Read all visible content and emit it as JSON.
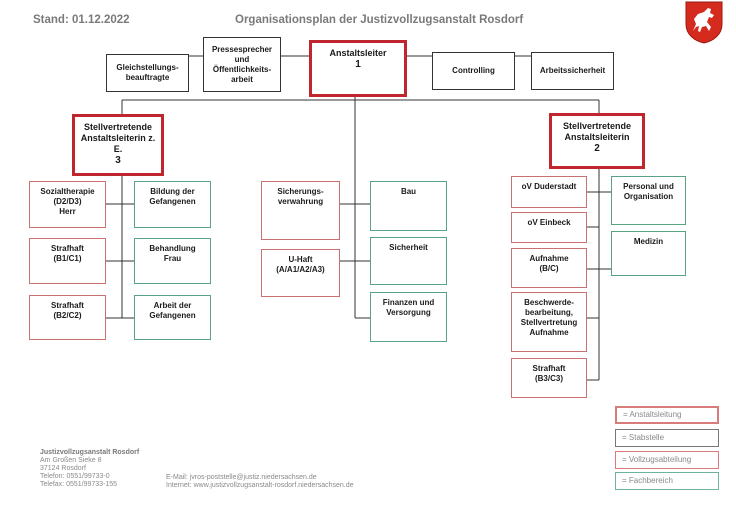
{
  "header": {
    "date": "Stand: 01.12.2022",
    "title": "Organisationsplan der Justizvollzugsanstalt Rosdorf"
  },
  "staff": {
    "gleichstellung": "Gleichstellungs-\nbeauftragte",
    "presse": "Pressesprecher\nund\nÖffentlichkeits-\narbeit",
    "controlling": "Controlling",
    "arbeitssicherheit": "Arbeitssicherheit"
  },
  "leadership": {
    "leiter": {
      "name": "Anstaltsleiter",
      "number": "1"
    },
    "stv_left": {
      "name": "Stellvertretende\nAnstaltsleiterin z.\nE.",
      "number": "3"
    },
    "stv_right": {
      "name": "Stellvertretende\nAnstaltsleiterin",
      "number": "2"
    }
  },
  "units": {
    "sozialtherapie": "Sozialtherapie\n(D2/D3)\nHerr",
    "strafhaft_b1": "Strafhaft\n(B1/C1)",
    "strafhaft_b2": "Strafhaft\n(B2/C2)",
    "bildung": "Bildung der\nGefangenen",
    "behandlung": "Behandlung\nFrau",
    "arbeit": "Arbeit der\nGefangenen",
    "sicherung": "Sicherungs-\nverwahrung",
    "uhaft": "U-Haft\n(A/A1/A2/A3)",
    "bau": "Bau",
    "sicherheit": "Sicherheit",
    "finanzen": "Finanzen und\nVersorgung",
    "duderstadt": "oV Duderstadt",
    "einbeck": "oV Einbeck",
    "aufnahme": "Aufnahme\n(B/C)",
    "beschwerde": "Beschwerde-\nbearbeitung,\nStellvertretung\nAufnahme",
    "strafhaft_b3": "Strafhaft\n(B3/C3)",
    "personal": "Personal und\nOrganisation",
    "medizin": "Medizin"
  },
  "legend": {
    "lead": "= Anstaltsleitung",
    "staff": "= Stabstelle",
    "vollzug": "= Vollzugsabteilung",
    "fach": "= Fachbereich"
  },
  "footer": {
    "name": "Justizvollzugsanstalt Rosdorf",
    "street": "Am Großen Sieke 8",
    "city": "37124 Rosdorf",
    "phone": "Telefon: 0551/99733-0",
    "fax": "Telefax: 0551/99733-155",
    "email": "E-Mail: jvros-poststelle@justiz.niedersachsen.de",
    "internet": "Internet: www.justizvollzugsanstalt-rosdorf.niedersachsen.de"
  },
  "colors": {
    "leadership": "#c0262d",
    "vollzug": "#c97070",
    "fach": "#58a383",
    "staff": "#333333"
  },
  "logo": {
    "icon": "lower-saxony-horse-crest-icon"
  }
}
